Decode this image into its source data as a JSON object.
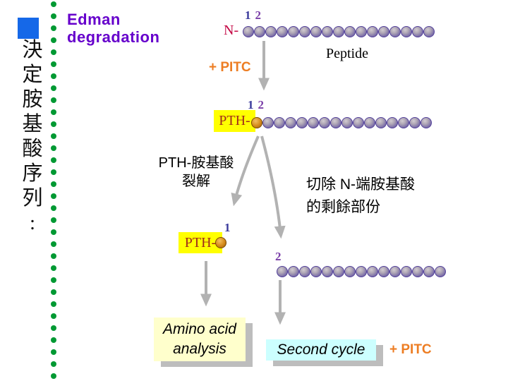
{
  "sidebar": {
    "square_color": "#1568E8",
    "vertical_text": "決定胺基酸序列:",
    "vertical_chars": [
      "決",
      "定",
      "胺",
      "基",
      "酸",
      "序",
      "列",
      ":"
    ],
    "dot_color": "#009933",
    "dot_count": 32
  },
  "title": {
    "line1": "Edman",
    "line2": "degradation",
    "color": "#6600CC"
  },
  "diagram": {
    "peptide1": {
      "n_label": "N-",
      "pos_label_1": "1",
      "pos_label_2": "2",
      "caption": "Peptide",
      "bead_count": 17
    },
    "pitc_top": "+ PITC",
    "peptide2": {
      "pth_label": "PTH-",
      "pos_label_1": "1",
      "pos_label_2": "2",
      "gray_bead_count": 15
    },
    "cleave_note": {
      "line1": "PTH-胺基酸",
      "line2": "裂解"
    },
    "remove_note": {
      "line1": "切除 N-端胺基酸",
      "line2": "的剩餘部份"
    },
    "pth_residue": {
      "pth_label": "PTH-",
      "pos_label": "1"
    },
    "peptide3": {
      "pos_label": "2",
      "bead_count": 15
    },
    "amino_acid_box": {
      "line1": "Amino acid",
      "line2": "analysis",
      "bg": "#FFFFCC"
    },
    "second_cycle_box": {
      "label": "Second cycle",
      "bg": "#CCFFFF"
    },
    "pitc_bottom": "+ PITC",
    "colors": {
      "yellow_highlight": "#FFFF00",
      "arrow_gray": "#B2B2B2",
      "pitc_orange": "#ED7D23",
      "n_label_red": "#C40744",
      "pth_label_red": "#A02C1A"
    }
  }
}
